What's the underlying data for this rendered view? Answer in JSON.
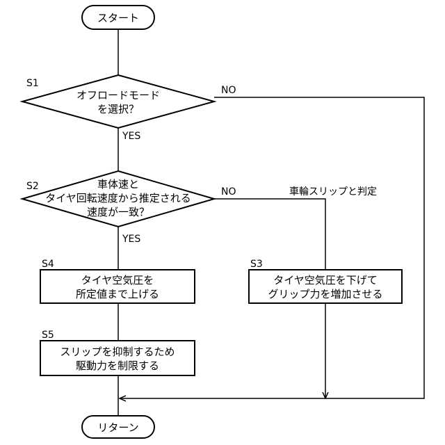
{
  "nodes": {
    "start": {
      "label": "スタート"
    },
    "s1": {
      "step": "S1",
      "lines": [
        "オフロードモード",
        "を選択？"
      ]
    },
    "s2": {
      "step": "S2",
      "lines": [
        "車体速と",
        "タイヤ回転速度から推定される",
        "速度が一致？"
      ]
    },
    "s3": {
      "step": "S3",
      "lines": [
        "タイヤ空気圧を下げて",
        "グリップ力を増加させる"
      ]
    },
    "s4": {
      "step": "S4",
      "lines": [
        "タイヤ空気圧を",
        "所定値まで上げる"
      ]
    },
    "s5": {
      "step": "S5",
      "lines": [
        "スリップを抑制するため",
        "駆動力を制限する"
      ]
    },
    "ret": {
      "label": "リターン"
    }
  },
  "edges": {
    "s1_yes": "YES",
    "s1_no": "NO",
    "s2_yes": "YES",
    "s2_no": "NO",
    "s2_no_note": "車輪スリップと判定"
  }
}
